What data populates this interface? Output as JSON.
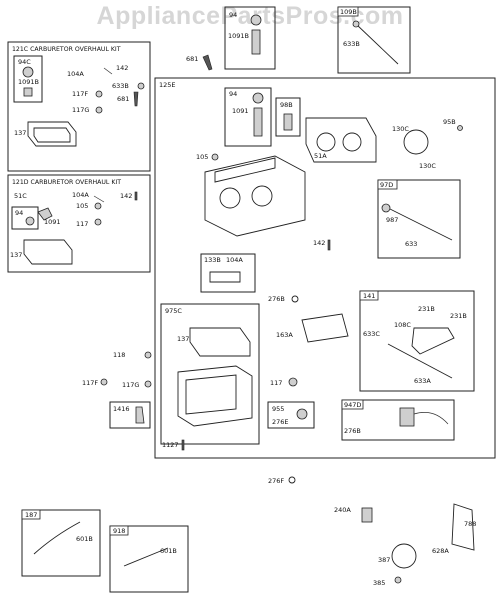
{
  "watermark": "AppliancePartsPros.com",
  "kits": {
    "overhaul_c": "121C CARBURETOR OVERHAUL KIT",
    "overhaul_d": "121D CARBURETOR OVERHAUL KIT"
  },
  "labels": {
    "l94c": "94C",
    "l1091b_c": "1091B",
    "l104a_c": "104A",
    "l142_c": "142",
    "l633b_c": "633B",
    "l117f_c": "117F",
    "l681_c": "681",
    "l117g_c": "117G",
    "l137_c": "137",
    "l51c": "51C",
    "l104a_d": "104A",
    "l142_d": "142",
    "l105_d": "105",
    "l94_d": "94",
    "l1091_d": "1091",
    "l117_d": "117",
    "l137_d": "137",
    "l94t": "94",
    "l1091bt": "1091B",
    "l681t": "681",
    "l109b": "109B",
    "l633bt": "633B",
    "l125e": "125E",
    "l94m": "94",
    "l1091m": "1091",
    "l98b": "98B",
    "l105m": "105",
    "l51a": "51A",
    "l130c1": "130C",
    "l95b": "95B",
    "l130c2": "130C",
    "l97d": "97D",
    "l987": "987",
    "l633": "633",
    "l142m": "142",
    "l133b": "133B",
    "l104am": "104A",
    "l975c": "975C",
    "l137m": "137",
    "l276b": "276B",
    "l163a": "163A",
    "l141": "141",
    "l231b1": "231B",
    "l231b2": "231B",
    "l633c": "633C",
    "l108c": "108C",
    "l633a": "633A",
    "l118": "118",
    "l117fm": "117F",
    "l117gm": "117G",
    "l117m": "117",
    "l955": "955",
    "l276e": "276E",
    "l947d": "947D",
    "l276b2": "276B",
    "l1416": "1416",
    "l1127": "1127",
    "l276f": "276F",
    "l187": "187",
    "l601b1": "601B",
    "l918": "918",
    "l601b2": "601B",
    "l240a": "240A",
    "l788": "788",
    "l387": "387",
    "l628a": "628A",
    "l385": "385"
  }
}
